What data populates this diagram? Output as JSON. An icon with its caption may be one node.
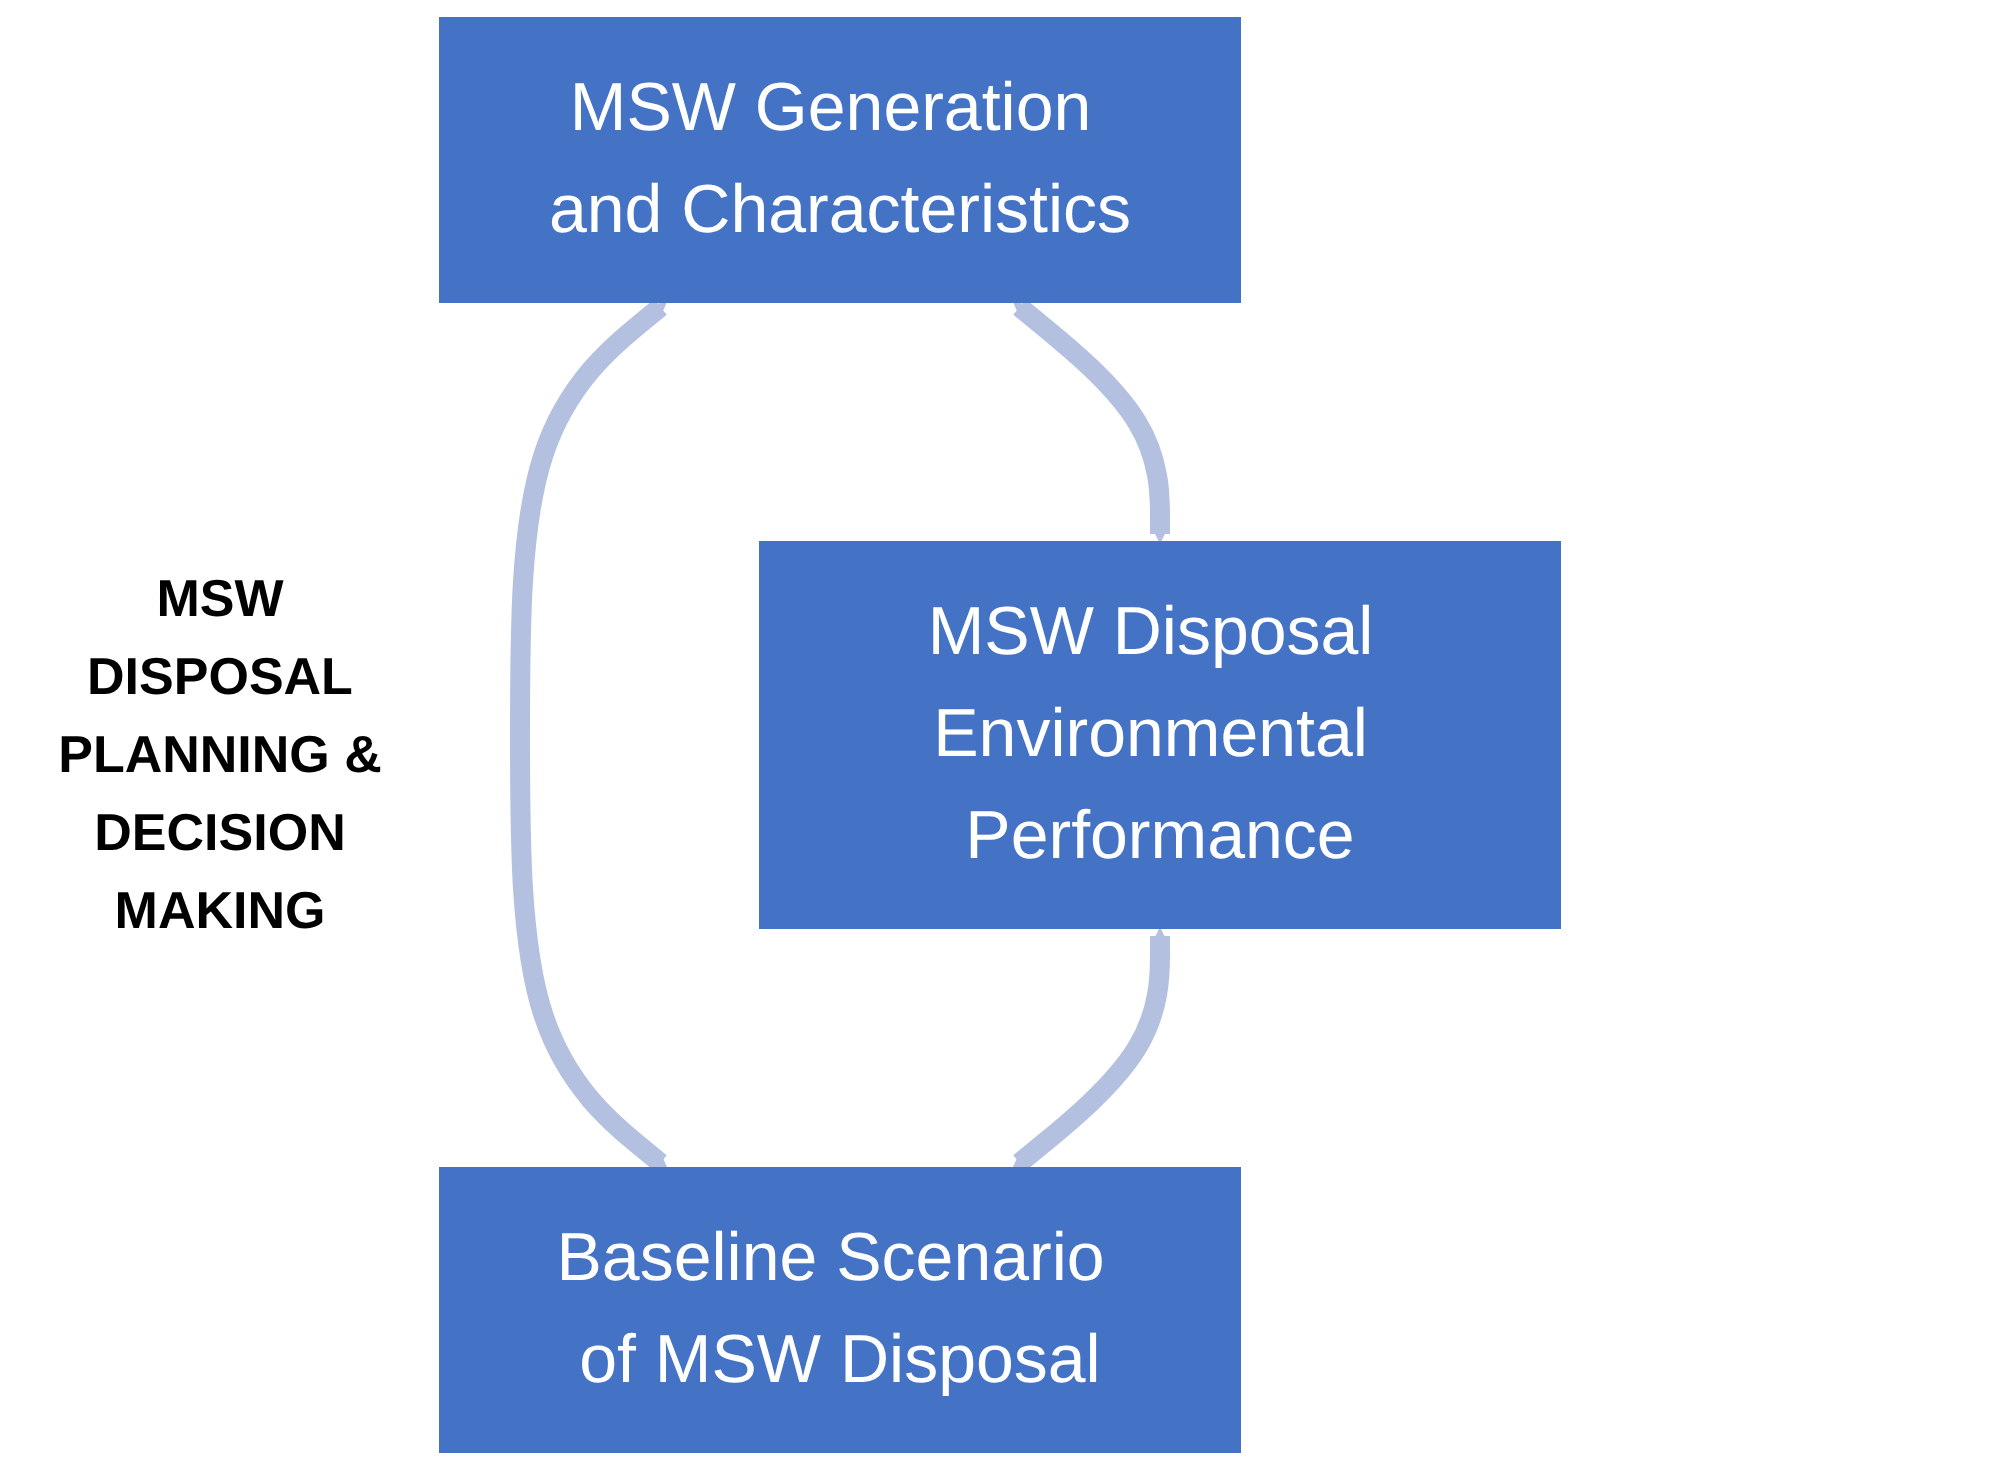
{
  "diagram": {
    "nodes": [
      {
        "text": [
          "MSW Generation and Characteristics"
        ]
      },
      {
        "text": [
          "MSW Disposal Environmental Performance"
        ]
      },
      {
        "text": [
          "Baseline Scenario of MSW Disposal"
        ]
      }
    ],
    "edges": [
      {
        "from": 0,
        "to": 1,
        "arrow": "both"
      },
      {
        "from": 0,
        "to": 2,
        "arrow": "both"
      },
      {
        "from": 1,
        "to": 2,
        "arrow": "both"
      }
    ],
    "labels": [
      "MSW DISPOSAL PLANNING & DECISION MAKING"
    ]
  }
}
